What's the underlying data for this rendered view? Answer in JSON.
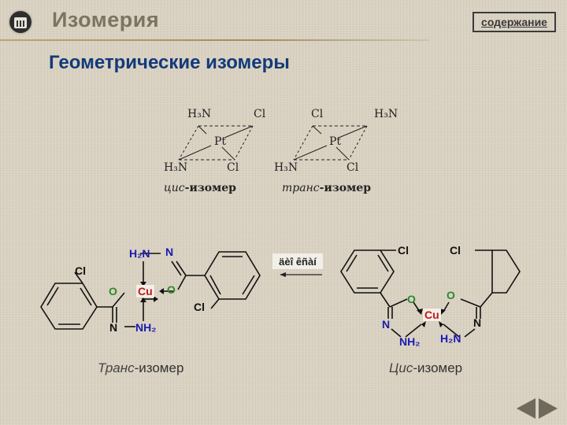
{
  "header": {
    "app_title": "Изомерия",
    "contents_button": "содержание"
  },
  "slide": {
    "subtitle": "Геометрические изомеры"
  },
  "pt_complexes": {
    "cis": {
      "top_left": "H₃N",
      "top_right": "Cl",
      "center": "Pt",
      "bottom_left": "H₃N",
      "bottom_right": "Cl",
      "caption_prefix": "цис",
      "caption_suffix": "-изомер"
    },
    "trans": {
      "top_left": "Cl",
      "top_right": "H₃N",
      "center": "Pt",
      "bottom_left": "H₃N",
      "bottom_right": "Cl",
      "caption_prefix": "транс",
      "caption_suffix": "-изомер"
    }
  },
  "cu_complexes": {
    "middle_label": "äèî êñàí",
    "trans": {
      "caption_prefix": "Транс",
      "caption_suffix": "-изомер",
      "atoms": {
        "metal": "Cu",
        "o1": "O",
        "o2": "O",
        "n1": "N",
        "n2": "N",
        "nh2_top": "H₂N",
        "nh2_bottom": "NH₂",
        "cl1": "Cl",
        "cl2": "Cl"
      }
    },
    "cis": {
      "caption_prefix": "Цис",
      "caption_suffix": "-изомер",
      "atoms": {
        "metal": "Cu",
        "o1": "O",
        "o2": "O",
        "n1": "N",
        "n2": "N",
        "nh2_left": "NH₂",
        "nh2_right": "H₂N",
        "cl1": "Cl",
        "cl2": "Cl"
      }
    }
  },
  "colors": {
    "nitrogen": "#1a1ab4",
    "oxygen": "#2a8a2a",
    "copper": "#c01818",
    "subtitle": "#123a7a",
    "title": "#7a7560"
  },
  "navigation": {
    "prev": "previous-slide",
    "next": "next-slide"
  }
}
